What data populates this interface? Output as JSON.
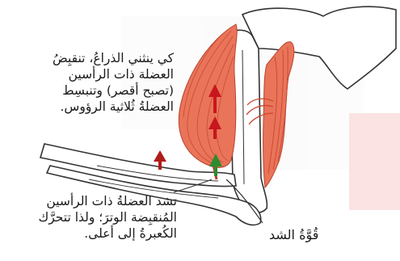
{
  "caption_top": {
    "lines": [
      "كي ينثني الذراعُ، تنقبِضُ",
      "العضلة ذات الرأسين",
      "(تصبح أقصر) وتنبسِط",
      "العضلةُ ثُلاثية الرؤوس."
    ]
  },
  "caption_bottom": {
    "lines": [
      "تشد العضلةُ ذات الرأسين",
      "المُنقبِضة الوترَ؛ ولذا تتحرَّك",
      "الكُعبرةُ إلى أعلى."
    ]
  },
  "label_force": "قُوَّةُ الشد",
  "colors": {
    "muscle": "#e9745a",
    "muscle_fiber": "#c9472f",
    "arrow_red": "#c8161d",
    "arrow_green": "#2e8b2e",
    "bone_outline": "#333333"
  }
}
